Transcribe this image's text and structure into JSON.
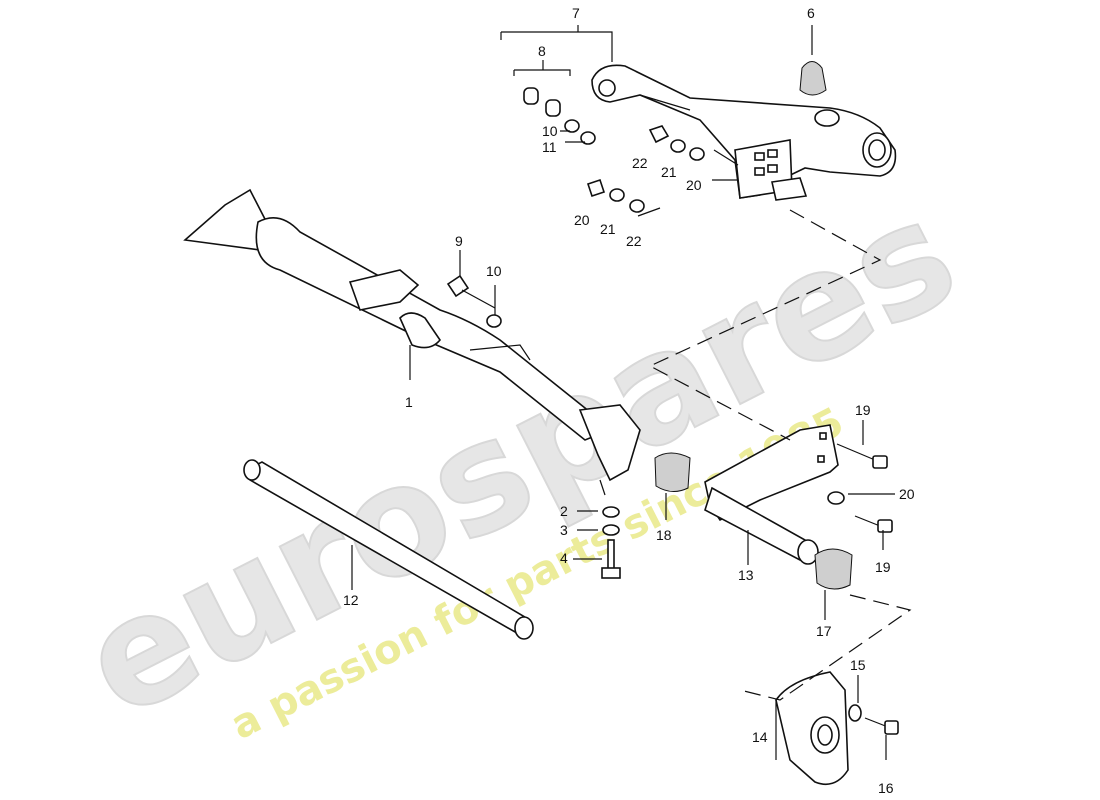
{
  "watermark": {
    "brand": "eurospares",
    "tagline": "a passion for parts since 1985",
    "brand_color": "#e6e6e6",
    "tagline_color": "#ecec9a"
  },
  "callouts": {
    "c1": "1",
    "c2": "2",
    "c3": "3",
    "c4": "4",
    "c6": "6",
    "c7": "7",
    "c8": "8",
    "c9": "9",
    "c10a": "10",
    "c10b": "10",
    "c11": "11",
    "c12": "12",
    "c13": "13",
    "c14": "14",
    "c15": "15",
    "c16": "16",
    "c17": "17",
    "c18": "18",
    "c19a": "19",
    "c19b": "19",
    "c20a": "20",
    "c20b": "20",
    "c20c": "20",
    "c21a": "21",
    "c21b": "21",
    "c22a": "22",
    "c22b": "22"
  }
}
